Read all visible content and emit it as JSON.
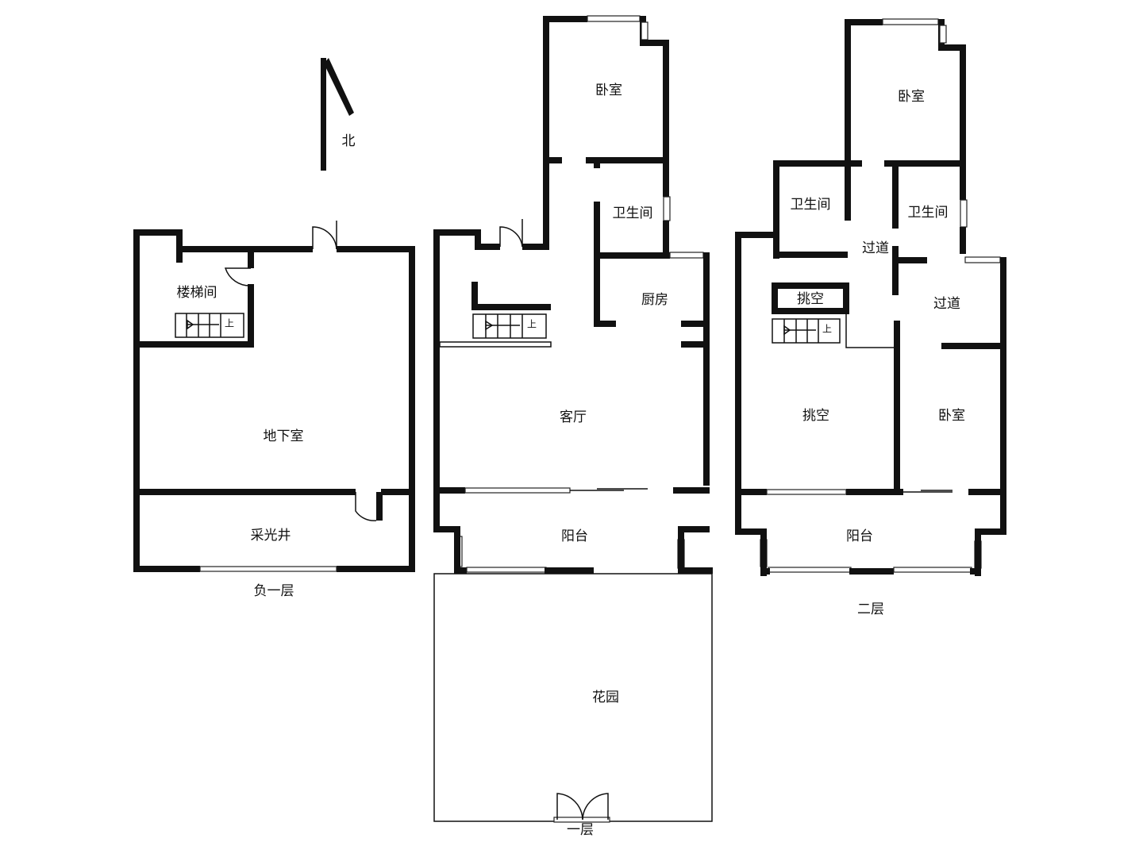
{
  "compass": {
    "label": "北"
  },
  "basement": {
    "caption": "负一层",
    "rooms": {
      "stair": "楼梯间",
      "basement": "地下室",
      "lightwell": "采光井"
    },
    "stair_mark": "上"
  },
  "first_floor": {
    "caption": "一层",
    "rooms": {
      "bedroom": "卧室",
      "bathroom": "卫生间",
      "kitchen": "厨房",
      "living": "客厅",
      "balcony": "阳台",
      "garden": "花园"
    },
    "stair_mark": "上"
  },
  "second_floor": {
    "caption": "二层",
    "rooms": {
      "bedroom_top": "卧室",
      "bath_left": "卫生间",
      "bath_right": "卫生间",
      "corridor_1": "过道",
      "corridor_2": "过道",
      "void_small": "挑空",
      "void_large": "挑空",
      "bedroom_right": "卧室",
      "balcony": "阳台"
    },
    "stair_mark": "上"
  }
}
